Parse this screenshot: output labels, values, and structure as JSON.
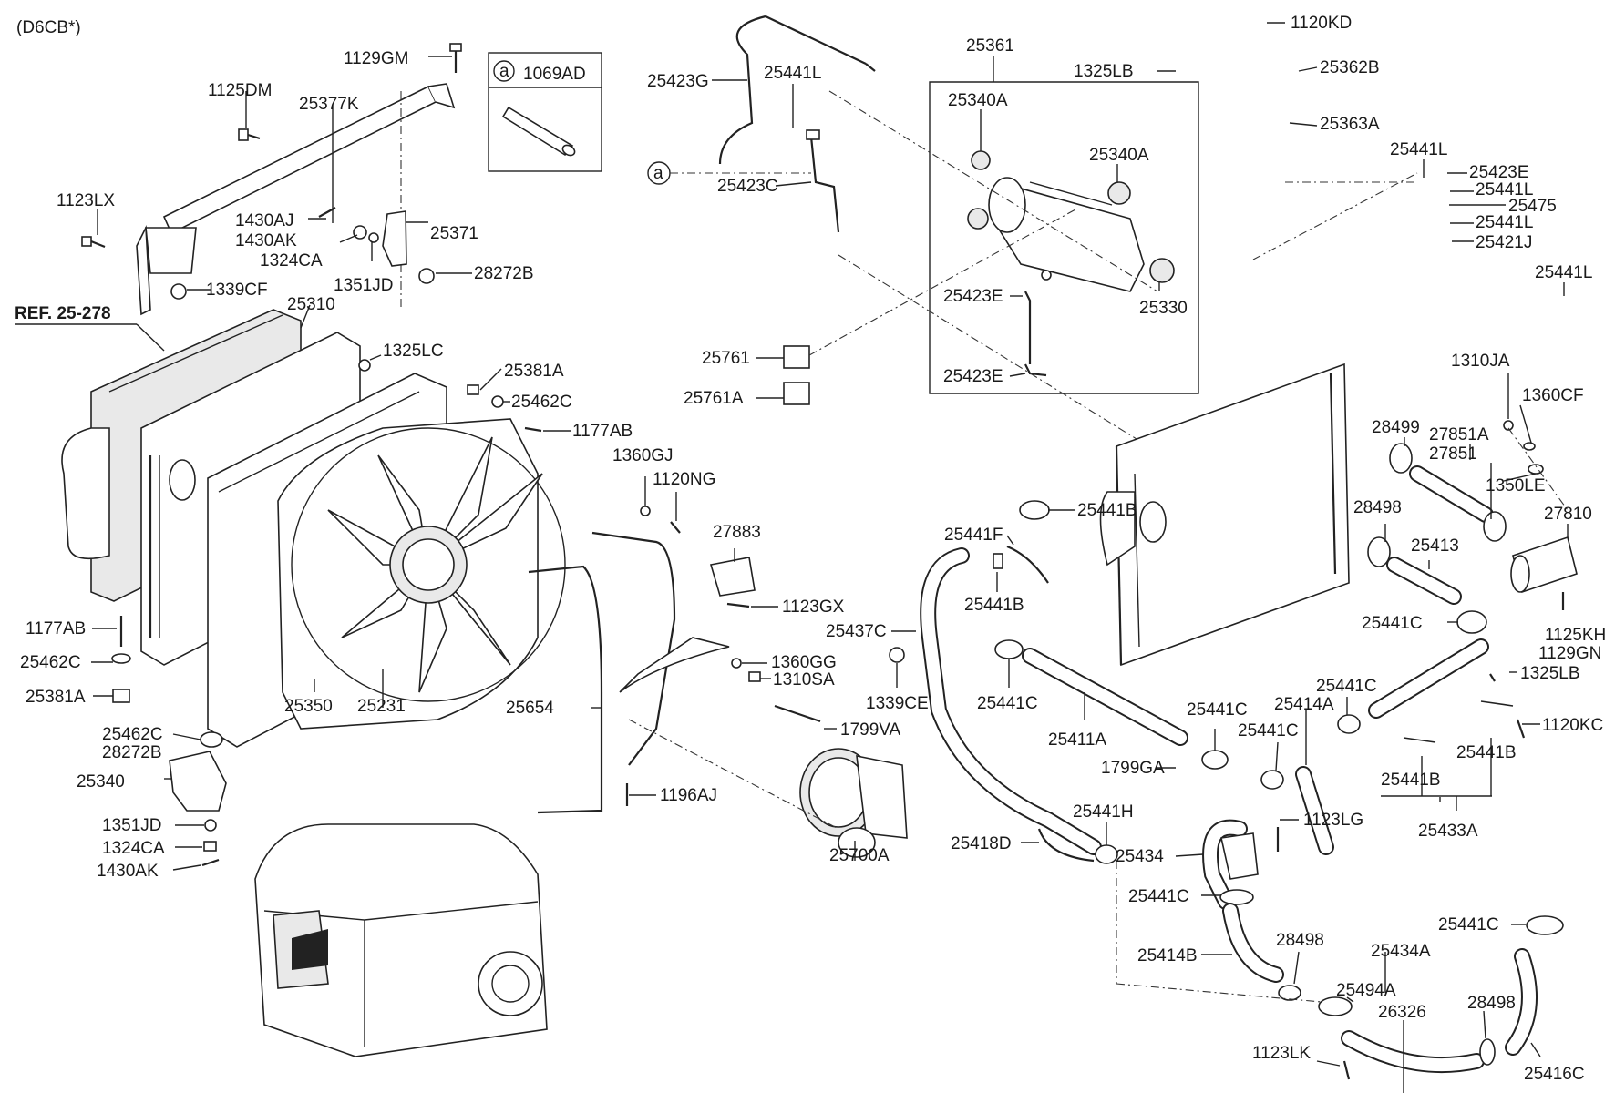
{
  "header": {
    "variant": "(D6CB*)"
  },
  "inset": {
    "badge": "a",
    "part": "1069AD"
  },
  "reference": {
    "label": "REF. 25-278"
  },
  "ref_marker": "a",
  "labels": {
    "l1129GM": "1129GM",
    "l1125DM": "1125DM",
    "l25377K": "25377K",
    "l1123LX": "1123LX",
    "l1430AJ": "1430AJ",
    "l1430AK_top": "1430AK",
    "l1324CA_top": "1324CA",
    "l1351JD_top": "1351JD",
    "l25371": "25371",
    "l28272B_top": "28272B",
    "l1339CF": "1339CF",
    "l25310": "25310",
    "l1325LC": "1325LC",
    "l25381A_top": "25381A",
    "l25462C_top": "25462C",
    "l1177AB_top": "1177AB",
    "l1177AB_left": "1177AB",
    "l25462C_left": "25462C",
    "l25381A_left": "25381A",
    "l25350": "25350",
    "l25231": "25231",
    "l25462C_low": "25462C",
    "l28272B_low": "28272B",
    "l25340": "25340",
    "l1351JD_low": "1351JD",
    "l1324CA_low": "1324CA",
    "l1430AK_low": "1430AK",
    "l25423G": "25423G",
    "l25441L_top": "25441L",
    "l25423C": "25423C",
    "l25761": "25761",
    "l25761A": "25761A",
    "l1360GJ": "1360GJ",
    "l1120NG": "1120NG",
    "l27883": "27883",
    "l1123GX": "1123GX",
    "l1360GG": "1360GG",
    "l1310SA": "1310SA",
    "l25654": "25654",
    "l1799VA": "1799VA",
    "l1196AJ": "1196AJ",
    "l25700A": "25700A",
    "l25361": "25361",
    "l25340A_a": "25340A",
    "l25340A_b": "25340A",
    "l25423E_a": "25423E",
    "l25330": "25330",
    "l25423E_b": "25423E",
    "l1120KD": "1120KD",
    "l1325LB_top": "1325LB",
    "l25362B": "25362B",
    "l25363A": "25363A",
    "l25441L_r1": "25441L",
    "l25423E_r": "25423E",
    "l25441L_r2": "25441L",
    "l25475": "25475",
    "l25441L_r3": "25441L",
    "l25421J": "25421J",
    "l25441L_r4": "25441L",
    "l1310JA": "1310JA",
    "l1360CF": "1360CF",
    "l28499": "28499",
    "l27851A": "27851A",
    "l27851": "27851",
    "l1350LE": "1350LE",
    "l28498_a": "28498",
    "l27810": "27810",
    "l25413": "25413",
    "l25441C_r": "25441C",
    "l1125KH": "1125KH",
    "l1129GN": "1129GN",
    "l1325LB_low": "1325LB",
    "l1120KC": "1120KC",
    "l25441B_r1": "25441B",
    "l25441B_r2": "25441B",
    "l25433A": "25433A",
    "l25441B_a": "25441B",
    "l25441F": "25441F",
    "l25441B_b": "25441B",
    "l25437C": "25437C",
    "l1339CE": "1339CE",
    "l25441C_a": "25441C",
    "l25411A": "25411A",
    "l25441C_b": "25441C",
    "l1799GA": "1799GA",
    "l25414A": "25414A",
    "l25441C_c": "25441C",
    "l25441C_d": "25441C",
    "l1123LG": "1123LG",
    "l25441H": "25441H",
    "l25418D": "25418D",
    "l25434": "25434",
    "l25441C_e": "25441C",
    "l25414B": "25414B",
    "l28498_b": "28498",
    "l25441C_f": "25441C",
    "l25434A": "25434A",
    "l25494A": "25494A",
    "l26326": "26326",
    "l28498_c": "28498",
    "l1123LK": "1123LK",
    "l25416C": "25416C"
  }
}
